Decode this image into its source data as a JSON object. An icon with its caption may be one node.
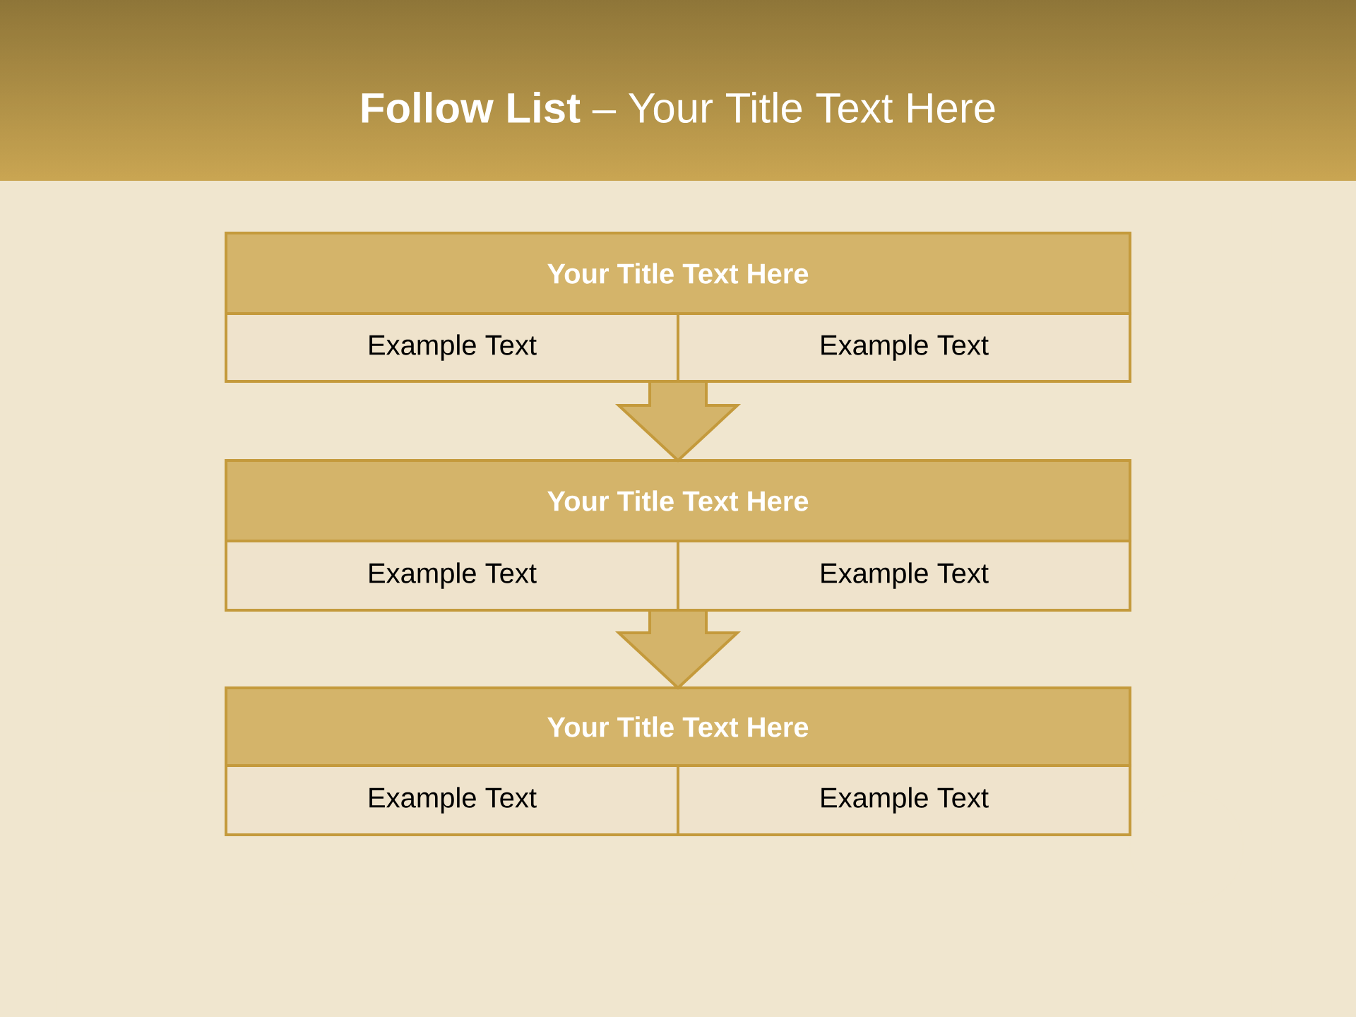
{
  "diagram": {
    "title": "**Follow List** – Your Title Text Here",
    "nodes": [
      {
        "text": [
          "Your Title Text Here"
        ]
      },
      {
        "text": [
          "Example Text"
        ]
      },
      {
        "text": [
          "Example Text"
        ]
      },
      {
        "text": [
          "Your Title Text Here"
        ]
      },
      {
        "text": [
          "Example Text"
        ]
      },
      {
        "text": [
          "Example Text"
        ]
      },
      {
        "text": [
          "Your Title Text Here"
        ]
      },
      {
        "text": [
          "Example Text"
        ]
      },
      {
        "text": [
          "Example Text"
        ]
      }
    ],
    "edges": [
      {
        "from": 0,
        "to": 3,
        "arrow": "to"
      },
      {
        "from": 3,
        "to": 6,
        "arrow": "to"
      }
    ]
  }
}
